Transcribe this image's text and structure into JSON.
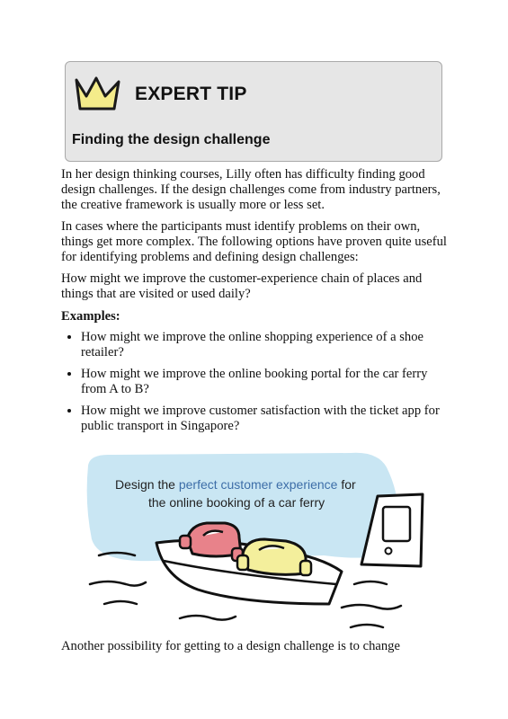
{
  "tip": {
    "icon": "crown-icon",
    "title": "EXPERT TIP",
    "subtitle": "Finding the design challenge",
    "background": "#e6e6e6"
  },
  "paragraphs": [
    "In her design thinking courses, Lilly often has difficulty finding good design challenges. If the design challenges come from industry partners, the creative framework is usually more or less set.",
    "In cases where the participants must identify problems on their own, things get more complex. The following options have proven quite useful for identifying problems and defining design challenges:",
    "How might we improve the customer-experience chain of places and things that are visited or used daily?"
  ],
  "examples": {
    "heading": "Examples:",
    "items": [
      "How might we improve the online shopping experience of a shoe retailer?",
      "How might we improve the online booking portal for the car ferry from A to B?",
      "How might we improve customer satisfaction with the ticket app for public transport in Singapore?"
    ]
  },
  "illustration": {
    "line1_prefix": "Design the ",
    "line1_highlight": "perfect customer experience",
    "line1_suffix": " for",
    "line2": "the online booking of a car ferry",
    "highlight_color": "#3d6ea8",
    "sky_color": "#c9e6f3",
    "icons": [
      "ferry-icon",
      "car-icon",
      "smartphone-icon"
    ]
  },
  "closing_text": "Another possibility for getting to a design challenge is to change"
}
